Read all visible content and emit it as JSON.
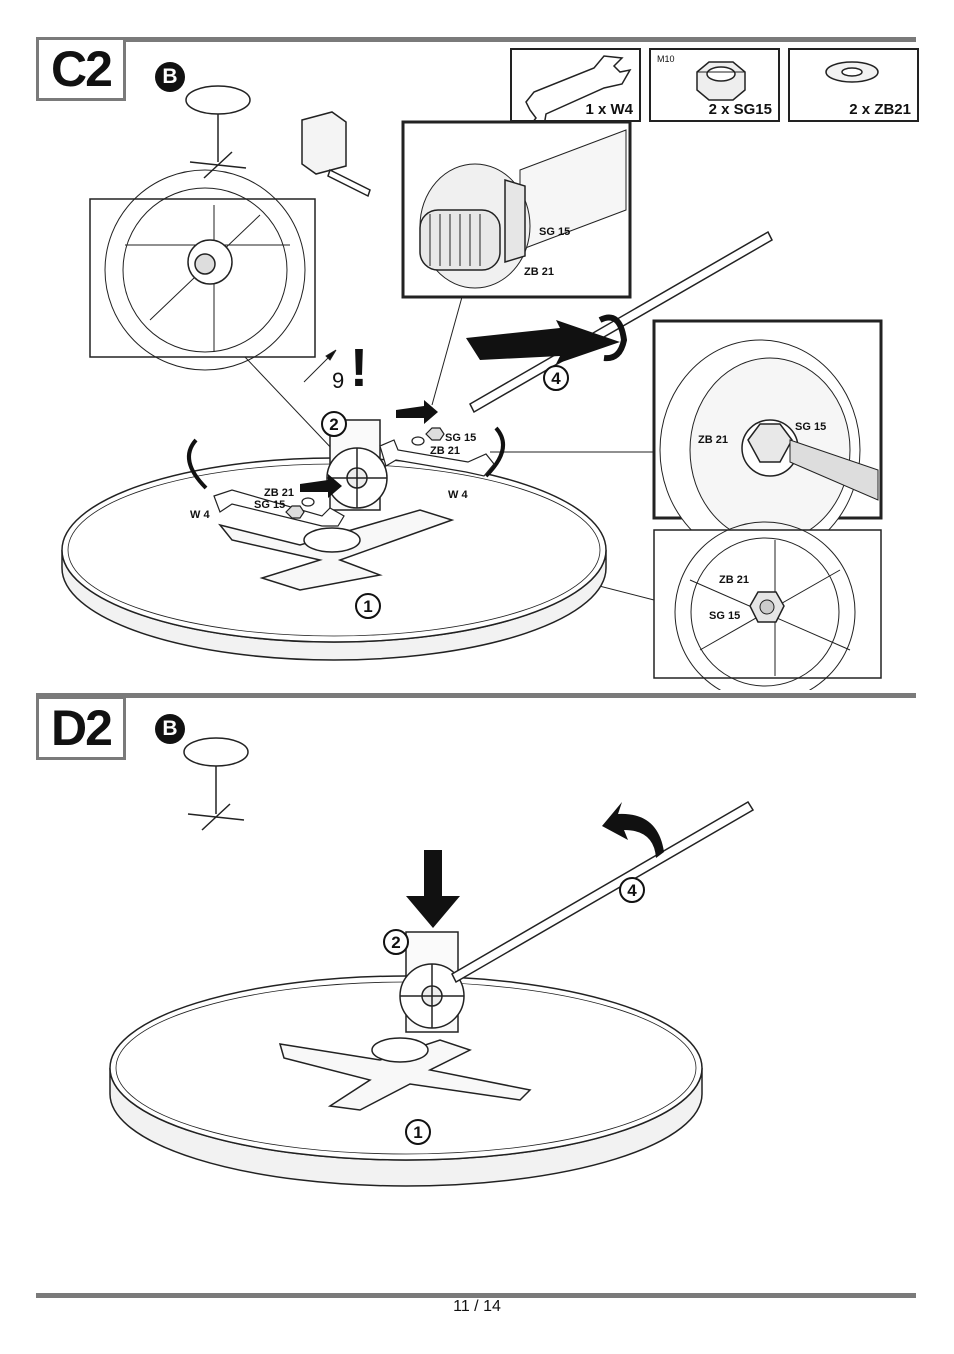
{
  "step_c": {
    "step_label": "C2",
    "variant": "B",
    "parts": [
      {
        "label": "1 x W4",
        "icon": "wrench-icon"
      },
      {
        "label": "2 x SG15",
        "spec": "M10",
        "icon": "hex-nut-icon"
      },
      {
        "label": "2 x ZB21",
        "icon": "washer-icon"
      }
    ],
    "callouts": {
      "sg15": "SG 15",
      "zb21": "ZB 21",
      "w4": "W 4",
      "caution_number": "9",
      "caution_mark": "!",
      "item_1": "1",
      "item_2": "2",
      "item_4": "4"
    }
  },
  "step_d": {
    "step_label": "D2",
    "variant": "B",
    "callouts": {
      "item_1": "1",
      "item_2": "2",
      "item_4": "4"
    }
  },
  "footer": {
    "page_number": "11 / 14"
  }
}
